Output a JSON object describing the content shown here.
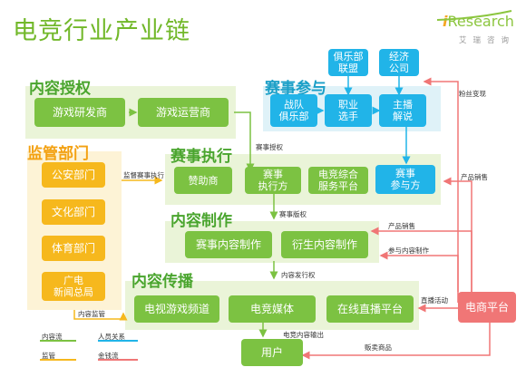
{
  "page_title": "电竞行业产业链",
  "logo": {
    "brand_i": "i",
    "brand_rest": "Research",
    "sub": "艾瑞咨询"
  },
  "sections": {
    "content_license": "内容授权",
    "regulators": "监管部门",
    "event_participation": "赛事参与",
    "event_execution": "赛事执行",
    "content_production": "内容制作",
    "content_distribution": "内容传播"
  },
  "boxes": {
    "game_dev": "游戏研发商",
    "game_ops": "游戏运营商",
    "public_security": "公安部门",
    "culture_dept": "文化部门",
    "sports_dept": "体育部门",
    "radio_tv": "广电\n新闻总局",
    "club_league": "俱乐部\n联盟",
    "agency": "经济\n公司",
    "team_club": "战队\n俱乐部",
    "pro_player": "职业\n选手",
    "streamer": "主播\n解说",
    "sponsor": "赞助商",
    "event_executor": "赛事\n执行方",
    "esports_platform": "电竞综合\n服务平台",
    "event_participant": "赛事\n参与方",
    "event_content": "赛事内容制作",
    "derivative_content": "衍生内容制作",
    "tv_channel": "电视游戏频道",
    "esports_media": "电竞媒体",
    "live_platform": "在线直播平台",
    "user": "用户",
    "ecommerce": "电商平台"
  },
  "edge_labels": {
    "event_license": "赛事授权",
    "supervise_execution": "监督赛事执行",
    "event_copyright": "赛事版权",
    "content_distribution_right": "内容发行权",
    "content_supervision": "内容监管",
    "esports_output": "电竞内容输出",
    "fan_conversion": "粉丝变现",
    "product_sales_1": "产品销售",
    "product_sales_2": "产品销售",
    "join_content": "参与内容制作",
    "live_activity": "直播活动",
    "sell_goods": "贩卖商品"
  },
  "legend": {
    "content_flow": "内容流",
    "personnel": "人员关系",
    "supervision": "监管",
    "money_flow": "金钱流"
  },
  "colors": {
    "content_flow": "#7cc242",
    "personnel": "#21b4e8",
    "supervision": "#f6b81d",
    "money_flow": "#f07676"
  }
}
